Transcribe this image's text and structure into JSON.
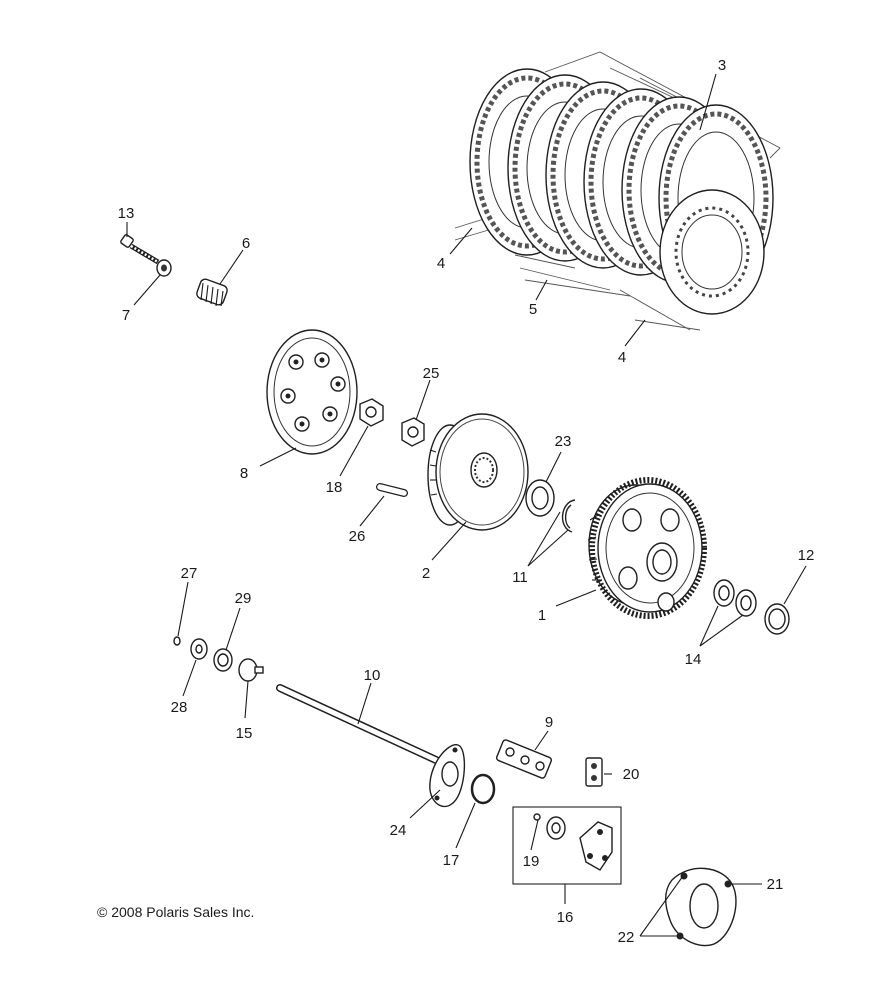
{
  "copyright": "© 2008 Polaris Sales Inc.",
  "callouts": {
    "c1": "1",
    "c2": "2",
    "c3": "3",
    "c4a": "4",
    "c4b": "4",
    "c5": "5",
    "c6": "6",
    "c7": "7",
    "c8": "8",
    "c9": "9",
    "c10": "10",
    "c11": "11",
    "c12": "12",
    "c13": "13",
    "c14": "14",
    "c15": "15",
    "c16": "16",
    "c17": "17",
    "c18": "18",
    "c19": "19",
    "c20": "20",
    "c21": "21",
    "c22": "22",
    "c23": "23",
    "c24": "24",
    "c25": "25",
    "c26": "26",
    "c27": "27",
    "c28": "28",
    "c29": "29"
  }
}
